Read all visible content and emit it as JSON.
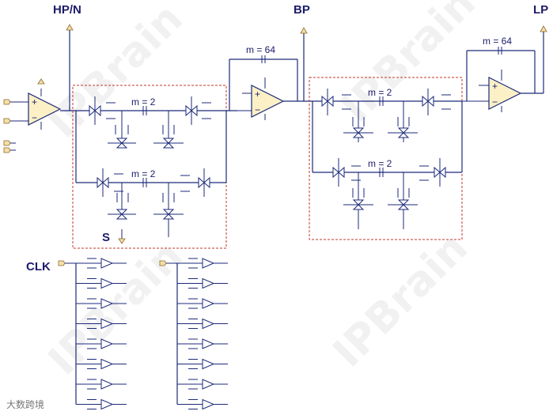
{
  "labels": {
    "hpn": "HP/N",
    "bp": "BP",
    "lp": "LP",
    "s": "S",
    "clk": "CLK"
  },
  "cap_labels": {
    "stage1_top": "m = 2",
    "stage1_bottom": "m = 2",
    "stage2_top": "m = 2",
    "stage2_bottom": "m = 2",
    "int1_feedback": "m = 64",
    "int2_feedback": "m = 64"
  },
  "watermark": "IPBrain",
  "footer": "大数跨境",
  "colors": {
    "wire": "#1c2a7a",
    "opamp_fill": "#fbf0c6",
    "dashed_box": "#c0392b",
    "port_fill": "#f6dfa8"
  }
}
